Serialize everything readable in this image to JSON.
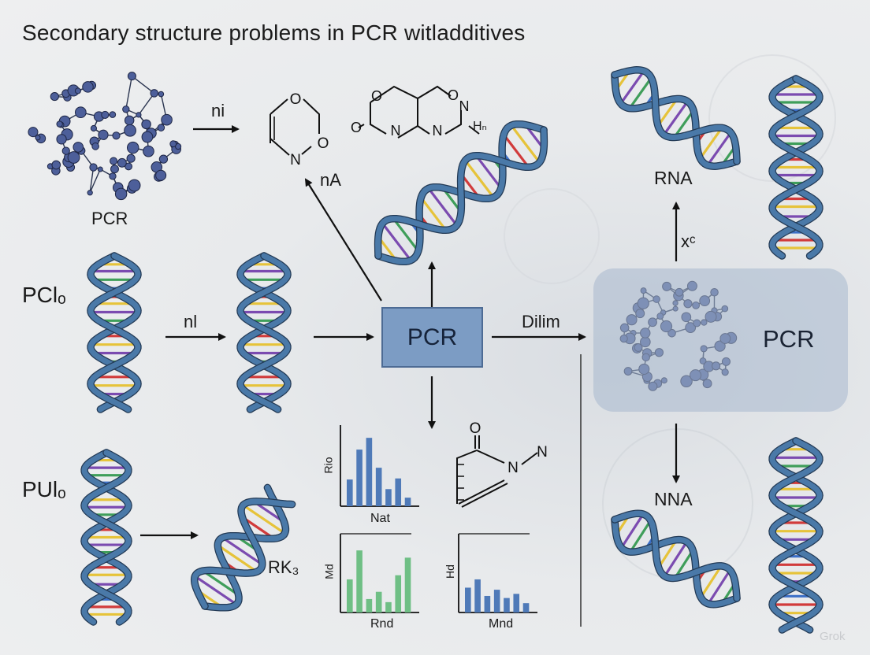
{
  "title": "Secondary structure problems in PCR witladditives",
  "labels": {
    "top_arrow": "ni",
    "cluster_top_left": "PCR",
    "diag_arrow": "nA",
    "hetero_h": "Hₙ",
    "left_mid": "PClₒ",
    "mid_arrow": "nl",
    "left_bottom": "PUlₒ",
    "bottom_helix": "RK₃",
    "center_box": "PCR",
    "right_arrow": "Dilim",
    "panel_label": "PCR",
    "up_arrow": "xᶜ",
    "rna": "RNA",
    "nna": "NNA"
  },
  "charts": {
    "top_left": {
      "ylabel": "Rio",
      "xlabel": "Nat"
    },
    "bottom_left": {
      "ylabel": "Md",
      "xlabel": "Rnd"
    },
    "bottom_right": {
      "ylabel": "Hd",
      "xlabel": "Mnd"
    }
  },
  "watermark": "Grok",
  "colors": {
    "helix_blue": "#4a79a8",
    "helix_dark": "#233a55",
    "box_blue": "#7c9cc4",
    "bar_blue": "#4f7ab8",
    "bar_green": "#6fbf85",
    "rung_colors": [
      "#d13b3b",
      "#e6c33a",
      "#7b4bb0",
      "#3f9e5a",
      "#3b6fc7"
    ]
  },
  "chart_data": [
    {
      "type": "bar",
      "title": "",
      "ylabel": "Rio",
      "xlabel": "Nat",
      "values": [
        2.5,
        5.3,
        6.4,
        3.6,
        1.6,
        2.6,
        0.8
      ]
    },
    {
      "type": "bar",
      "title": "",
      "ylabel": "Md",
      "xlabel": "Rnd",
      "values": [
        3.2,
        6.0,
        1.3,
        2.0,
        1.0,
        3.6,
        5.3
      ]
    },
    {
      "type": "bar",
      "title": "",
      "ylabel": "Hd",
      "xlabel": "Mnd",
      "values": [
        2.4,
        3.2,
        1.6,
        2.2,
        1.4,
        1.8,
        0.9
      ]
    }
  ]
}
